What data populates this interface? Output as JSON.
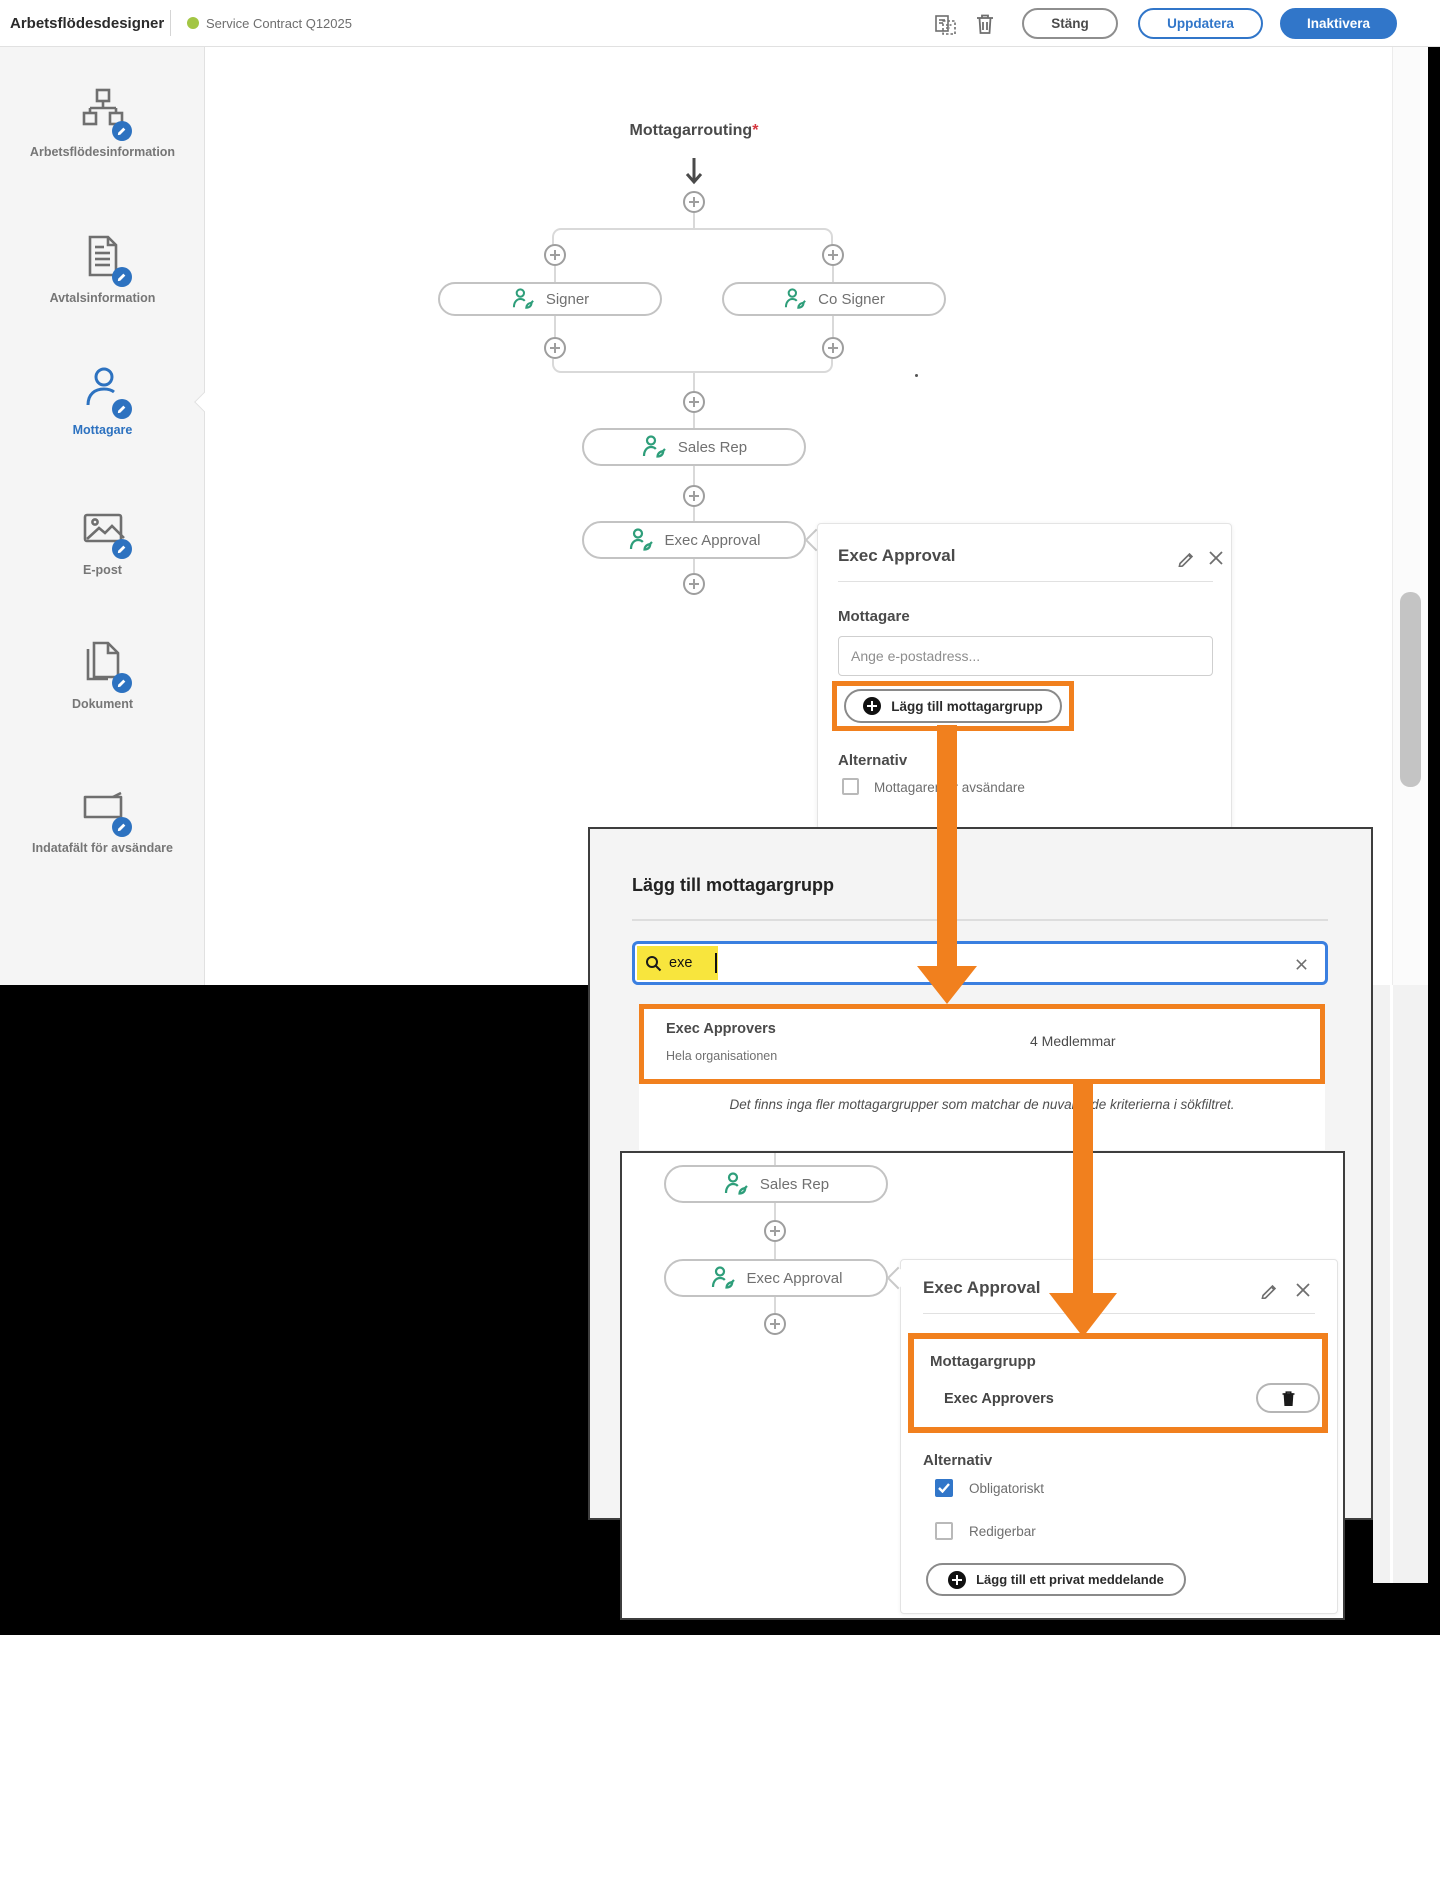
{
  "header": {
    "app_title": "Arbetsflödesdesigner",
    "doc_name": "Service Contract Q12025",
    "close_label": "Stäng",
    "update_label": "Uppdatera",
    "deactivate_label": "Inaktivera"
  },
  "sidebar": {
    "items": [
      {
        "label": "Arbetsflödesinformation",
        "icon": "workflow-info-icon",
        "selected": false
      },
      {
        "label": "Avtalsinformation",
        "icon": "agreement-info-icon",
        "selected": false
      },
      {
        "label": "Mottagare",
        "icon": "recipients-icon",
        "selected": true
      },
      {
        "label": "E-post",
        "icon": "email-icon",
        "selected": false
      },
      {
        "label": "Dokument",
        "icon": "documents-icon",
        "selected": false
      },
      {
        "label": "Indatafält för avsändare",
        "icon": "sender-input-fields-icon",
        "selected": false
      }
    ]
  },
  "canvas": {
    "routing_title": "Mottagarrouting",
    "required_mark": "*",
    "nodes": {
      "signer": "Signer",
      "co_signer": "Co Signer",
      "sales_rep": "Sales Rep",
      "exec_approval": "Exec Approval"
    }
  },
  "recipient_panel": {
    "title": "Exec Approval",
    "recipients_label": "Mottagare",
    "email_placeholder": "Ange e-postadress...",
    "add_group_label": "Lägg till mottagargrupp",
    "options_label": "Alternativ",
    "sender_checkbox_label": "Mottagaren är avsändare"
  },
  "group_modal": {
    "title": "Lägg till mottagargrupp",
    "search_value": "exe",
    "result": {
      "name": "Exec Approvers",
      "scope": "Hela organisationen",
      "members": "4 Medlemmar"
    },
    "empty_message": "Det finns inga fler mottagargrupper som matchar de nuvarande kriterierna i sökfiltret."
  },
  "detail_panel": {
    "title": "Exec Approval",
    "sales_rep": "Sales Rep",
    "exec_approval": "Exec Approval",
    "group_section_label": "Mottagargrupp",
    "group_name": "Exec Approvers",
    "options_label": "Alternativ",
    "required_label": "Obligatoriskt",
    "editable_label": "Redigerbar",
    "private_message_label": "Lägg till ett privat meddelande"
  },
  "colors": {
    "accent_orange": "#f1801e",
    "highlight_yellow": "#f8e53d",
    "brand_blue": "#3176c9",
    "node_green": "#2e9e7a",
    "status_green": "#a3c644"
  }
}
